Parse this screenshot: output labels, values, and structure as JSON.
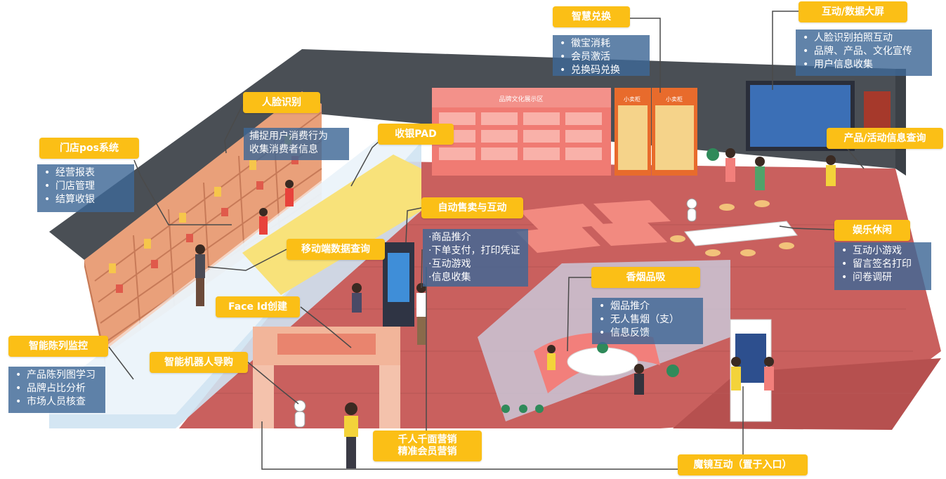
{
  "header": {
    "logo_text": ""
  },
  "labels": [
    {
      "id": "smart_exchange",
      "text": "智慧兑换",
      "items": [
        "徽宝消耗",
        "会员激活",
        "兑换码兑换"
      ]
    },
    {
      "id": "interactive_screen",
      "text": "互动/数据大屏",
      "items": [
        "人脸识别拍照互动",
        "品牌、产品、文化宣传",
        "用户信息收集"
      ]
    },
    {
      "id": "face_recognition",
      "text": "人脸识别",
      "items": [
        "捕捉用户消费行为",
        "收集消费者信息"
      ]
    },
    {
      "id": "cashier_pad",
      "text": "收银PAD",
      "items": []
    },
    {
      "id": "pos_system",
      "text": "门店pos系统",
      "items": [
        "经营报表",
        "门店管理",
        "结算收银"
      ]
    },
    {
      "id": "product_query",
      "text": "产品/活动信息查询",
      "items": []
    },
    {
      "id": "vending",
      "text": "自动售卖与互动",
      "items": [
        "·商品推介",
        "·下单支付，打印凭证",
        "·互动游戏",
        "·信息收集"
      ]
    },
    {
      "id": "mobile_query",
      "text": "移动端数据查询",
      "items": []
    },
    {
      "id": "entertainment",
      "text": "娱乐休闲",
      "items": [
        "互动小游戏",
        "留言签名打印",
        "问卷调研"
      ]
    },
    {
      "id": "tobacco",
      "text": "香烟品吸",
      "items": [
        "烟品推介",
        "无人售烟（支）",
        "信息反馈"
      ]
    },
    {
      "id": "face_id",
      "text": "Face Id创建",
      "items": []
    },
    {
      "id": "shelf_monitor",
      "text": "智能陈列监控",
      "items": [
        "产品陈列图学习",
        "品牌占比分析",
        "市场人员核查"
      ]
    },
    {
      "id": "robot_guide",
      "text": "智能机器人导购",
      "items": []
    },
    {
      "id": "marketing",
      "text": "千人千面营销\n精准会员营销",
      "items": []
    },
    {
      "id": "magic_mirror",
      "text": "魔镜互动（置于入口）",
      "items": []
    }
  ],
  "scene_text": {
    "display_sign": "品牌文化展示区",
    "fridge_left": "小卖柜",
    "fridge_right": "小卖柜"
  },
  "colors": {
    "label_yellow": "#fbbf16",
    "box_blue": "#3e6896",
    "floor_red": "#c9605e",
    "wall_dark": "#4a4f55"
  }
}
